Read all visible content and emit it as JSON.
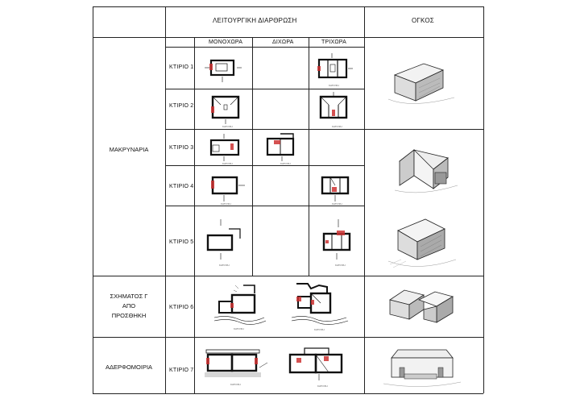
{
  "header": {
    "functional": "ΛΕΙΤΟΥΡΓΙΚΗ ΔΙΑΡΘΡΩΣΗ",
    "volume": "ΟΓΚΟΣ"
  },
  "columns": {
    "mono": "ΜΟΝΟΧΩΡΑ",
    "di": "ΔΙΧΩΡΑ",
    "tri": "ΤΡΙΧΩΡΑ"
  },
  "categories": {
    "makrynaria": "ΜΑΚΡΥΝΑΡΙΑ",
    "gamma_line1": "ΣΧΗΜΑΤΟΣ Γ",
    "gamma_line2": "ΑΠΟ",
    "gamma_line3": "ΠΡΟΣΘΗΚΗ",
    "adelfomoiria": "ΑΔΕΡΦΟΜΟΙΡΙΑ"
  },
  "buildings": {
    "b1": "ΚΤΙΡΙΟ 1",
    "b2": "ΚΤΙΡΙΟ 2",
    "b3": "ΚΤΙΡΙΟ 3",
    "b4": "ΚΤΙΡΙΟ 4",
    "b5": "ΚΤΙΡΙΟ 5",
    "b6": "ΚΤΙΡΙΟ 6",
    "b7": "ΚΤΙΡΙΟ 7"
  }
}
